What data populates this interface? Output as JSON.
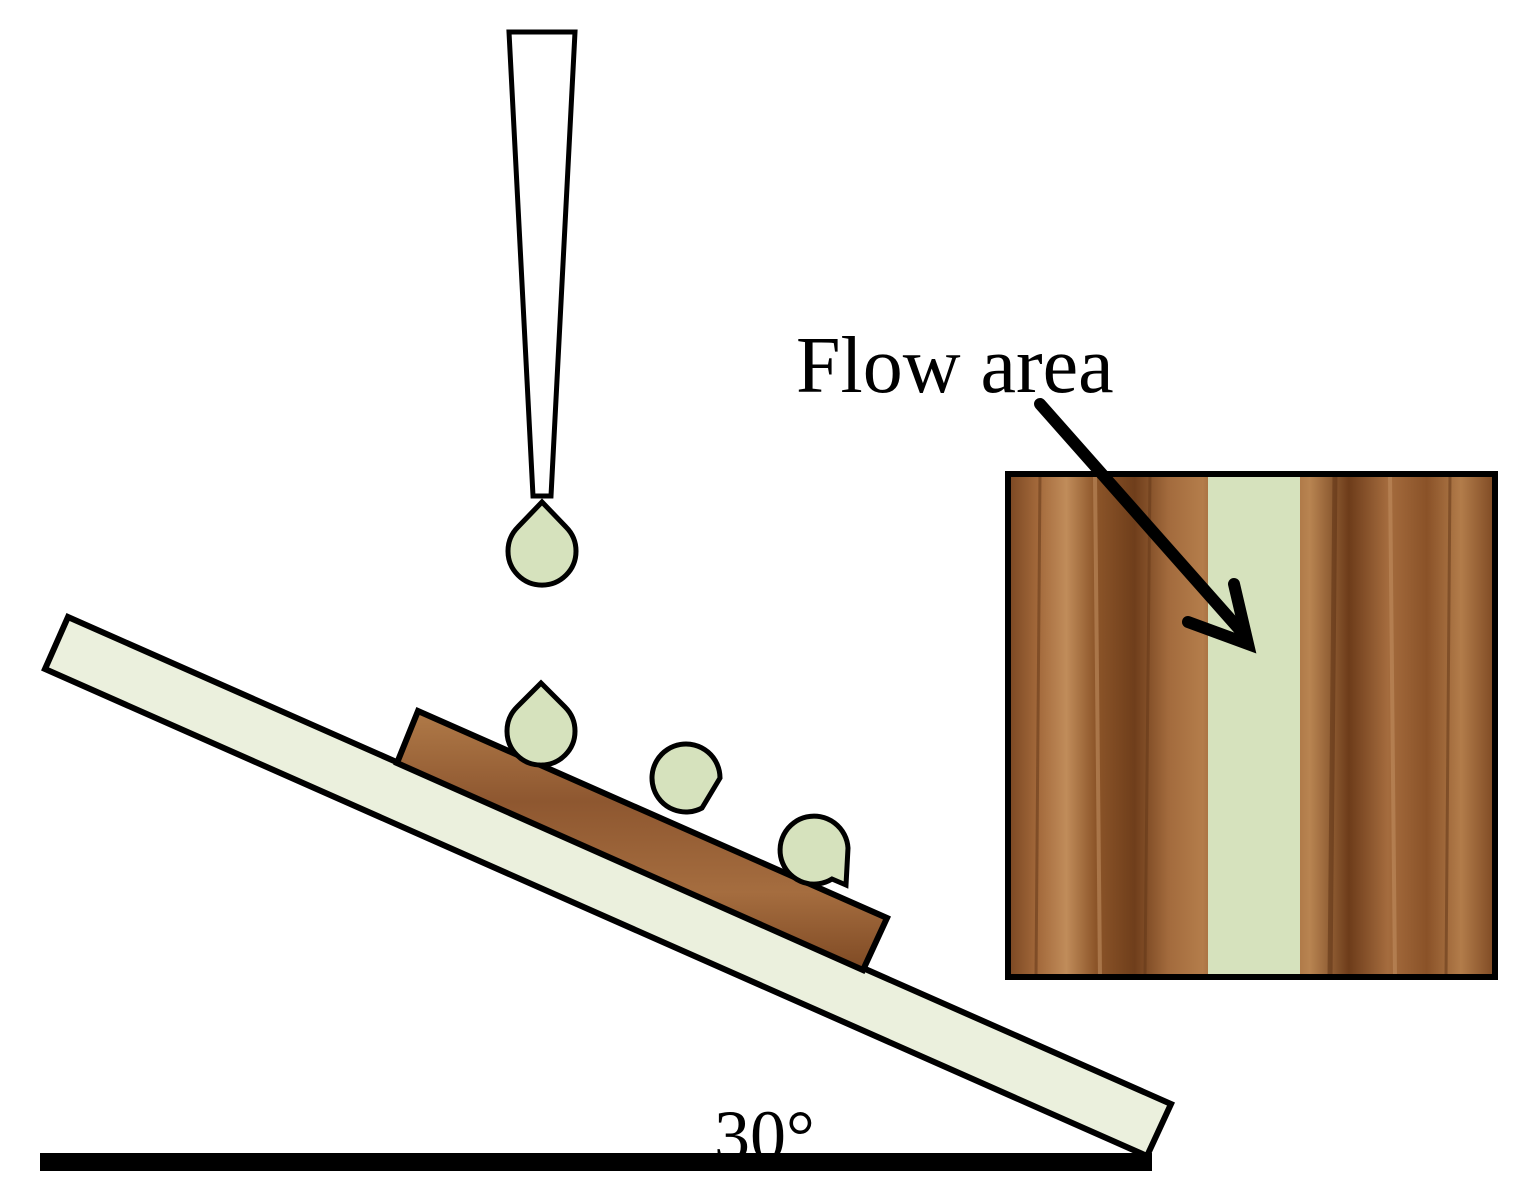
{
  "labels": {
    "flow_area": "Flow area",
    "angle": "30°"
  },
  "incline": {
    "angle_degrees": 30
  },
  "colors": {
    "outline": "#000000",
    "plate_fill": "#ebf0dd",
    "liquid_fill": "#d6e2bd",
    "wood_dark": "#6e3f1c",
    "wood_mid": "#9a6035",
    "wood_light": "#b98552",
    "pipette_fill": "#ffffff",
    "background": "#ffffff"
  },
  "icons": {
    "pipette": "pipette-icon",
    "droplet": "droplet-icon",
    "arrow": "arrow-icon"
  }
}
